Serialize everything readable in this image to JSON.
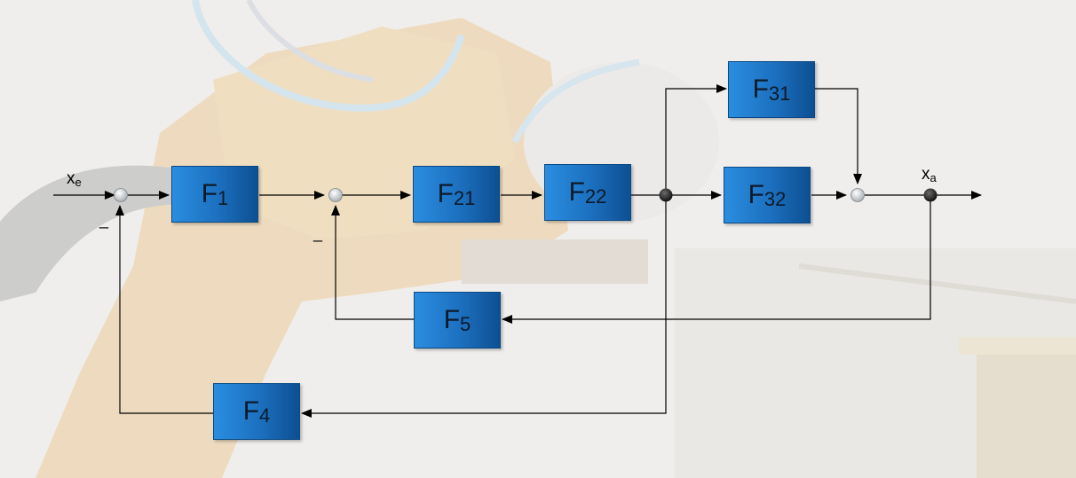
{
  "blocks": {
    "f1": {
      "name": "F",
      "sub": "1"
    },
    "f21": {
      "name": "F",
      "sub": "21"
    },
    "f22": {
      "name": "F",
      "sub": "22"
    },
    "f31": {
      "name": "F",
      "sub": "31"
    },
    "f32": {
      "name": "F",
      "sub": "32"
    },
    "f5": {
      "name": "F",
      "sub": "5"
    },
    "f4": {
      "name": "F",
      "sub": "4"
    }
  },
  "signals": {
    "input": {
      "name": "x",
      "sub": "e"
    },
    "output": {
      "name": "x",
      "sub": "a"
    }
  },
  "signs": {
    "sum1_minus": "_",
    "sum2_minus": "_"
  },
  "colors": {
    "block_light": "#2b8de0",
    "block_dark": "#0d4f92",
    "wire": "#000000",
    "background_photo": "robot arm (faded)"
  }
}
